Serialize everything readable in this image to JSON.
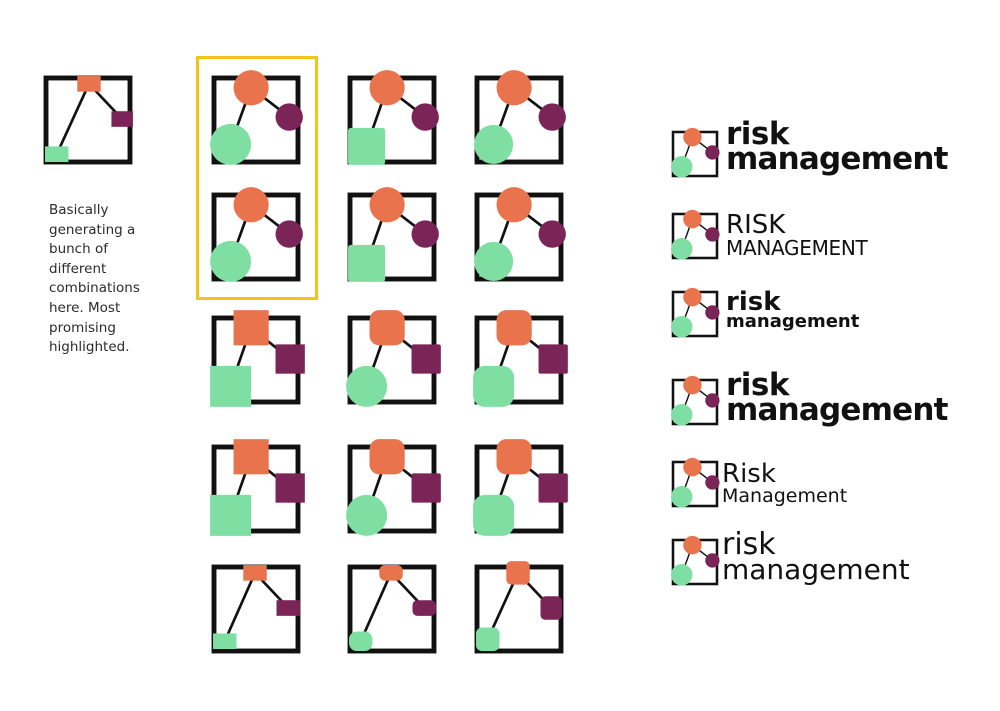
{
  "note": {
    "text": "Basically\ngenerating a\nbunch of\ndifferent\ncombinations\nhere. Most\npromising\nhighlighted."
  },
  "colors": {
    "orange": "#e8734d",
    "purple": "#7b2457",
    "green": "#7fdfa3",
    "frame": "#111111",
    "highlight": "#f4c21a"
  },
  "wordmarks": [
    {
      "line1": "risk",
      "line2": "management"
    },
    {
      "line1": "RISK",
      "line2": "MANAGEMENT"
    },
    {
      "line1": "risk",
      "line2": "management"
    },
    {
      "line1": "risk",
      "line2": "management"
    },
    {
      "line1": "Risk",
      "line2": "Management"
    },
    {
      "line1": "risk",
      "line2": "management"
    }
  ]
}
